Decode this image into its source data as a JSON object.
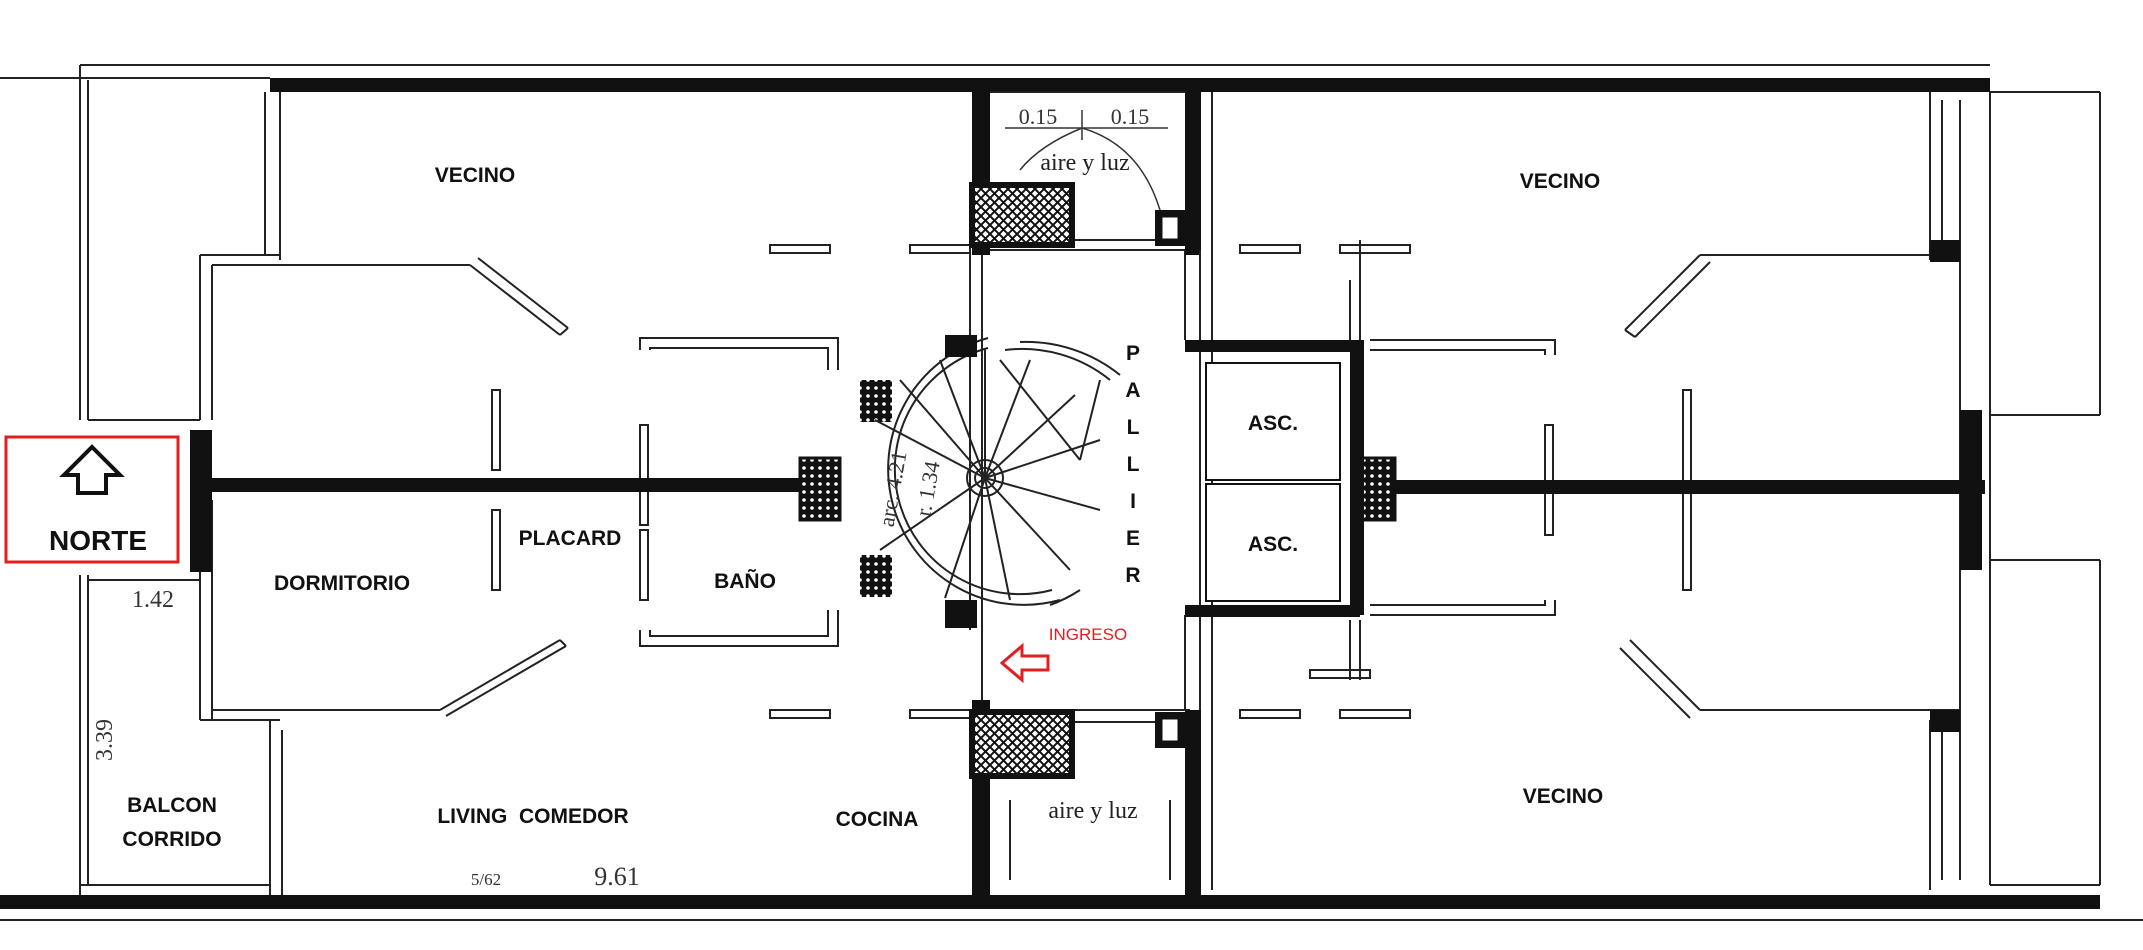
{
  "labels": {
    "vecino_top_left": "VECINO",
    "vecino_top_right": "VECINO",
    "vecino_bottom_right": "VECINO",
    "dormitorio": "DORMITORIO",
    "placard": "PLACARD",
    "bano": "BAÑO",
    "living_comedor": "LIVING  COMEDOR",
    "cocina": "COCINA",
    "balcon_line1": "BALCON",
    "balcon_line2": "CORRIDO",
    "asc_top": "ASC.",
    "asc_bottom": "ASC.",
    "norte": "NORTE",
    "ingreso": "INGRESO",
    "palier_letters": [
      "P",
      "A",
      "L",
      "L",
      "I",
      "E",
      "R"
    ]
  },
  "annotations": {
    "aire_luz_top": "aire y luz",
    "aire_luz_bottom": "aire y luz",
    "dim_015_left": "0.15",
    "dim_015_right": "0.15",
    "dim_142": "1.42",
    "dim_339": "3.39",
    "dim_961": "9.61",
    "dim_562": "5/62",
    "arc": "arc. 4.21",
    "radius": "r. 1.34"
  },
  "colors": {
    "wall": "#111111",
    "line": "#222222",
    "accent_red": "#e02020"
  }
}
